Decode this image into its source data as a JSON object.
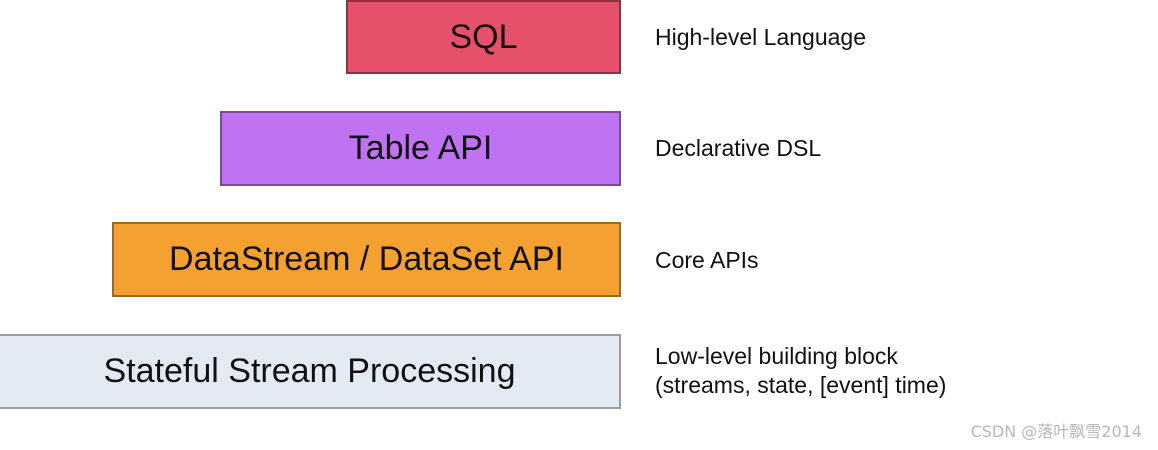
{
  "layers": [
    {
      "label": "SQL",
      "description": "High-level Language",
      "fill": "#e7506b",
      "border": "#8e3142"
    },
    {
      "label": "Table API",
      "description": "Declarative DSL",
      "fill": "#bf73f2",
      "border": "#7a4a9c"
    },
    {
      "label": "DataStream / DataSet API",
      "description": "Core APIs",
      "fill": "#f4a131",
      "border": "#9a6a2b"
    },
    {
      "label": "Stateful Stream Processing",
      "description_line1": "Low-level building block",
      "description_line2": "(streams, state, [event] time)",
      "fill": "#e3eaf4",
      "border": "#9c9c9c"
    }
  ],
  "watermark": "CSDN @落叶飘雪2014"
}
